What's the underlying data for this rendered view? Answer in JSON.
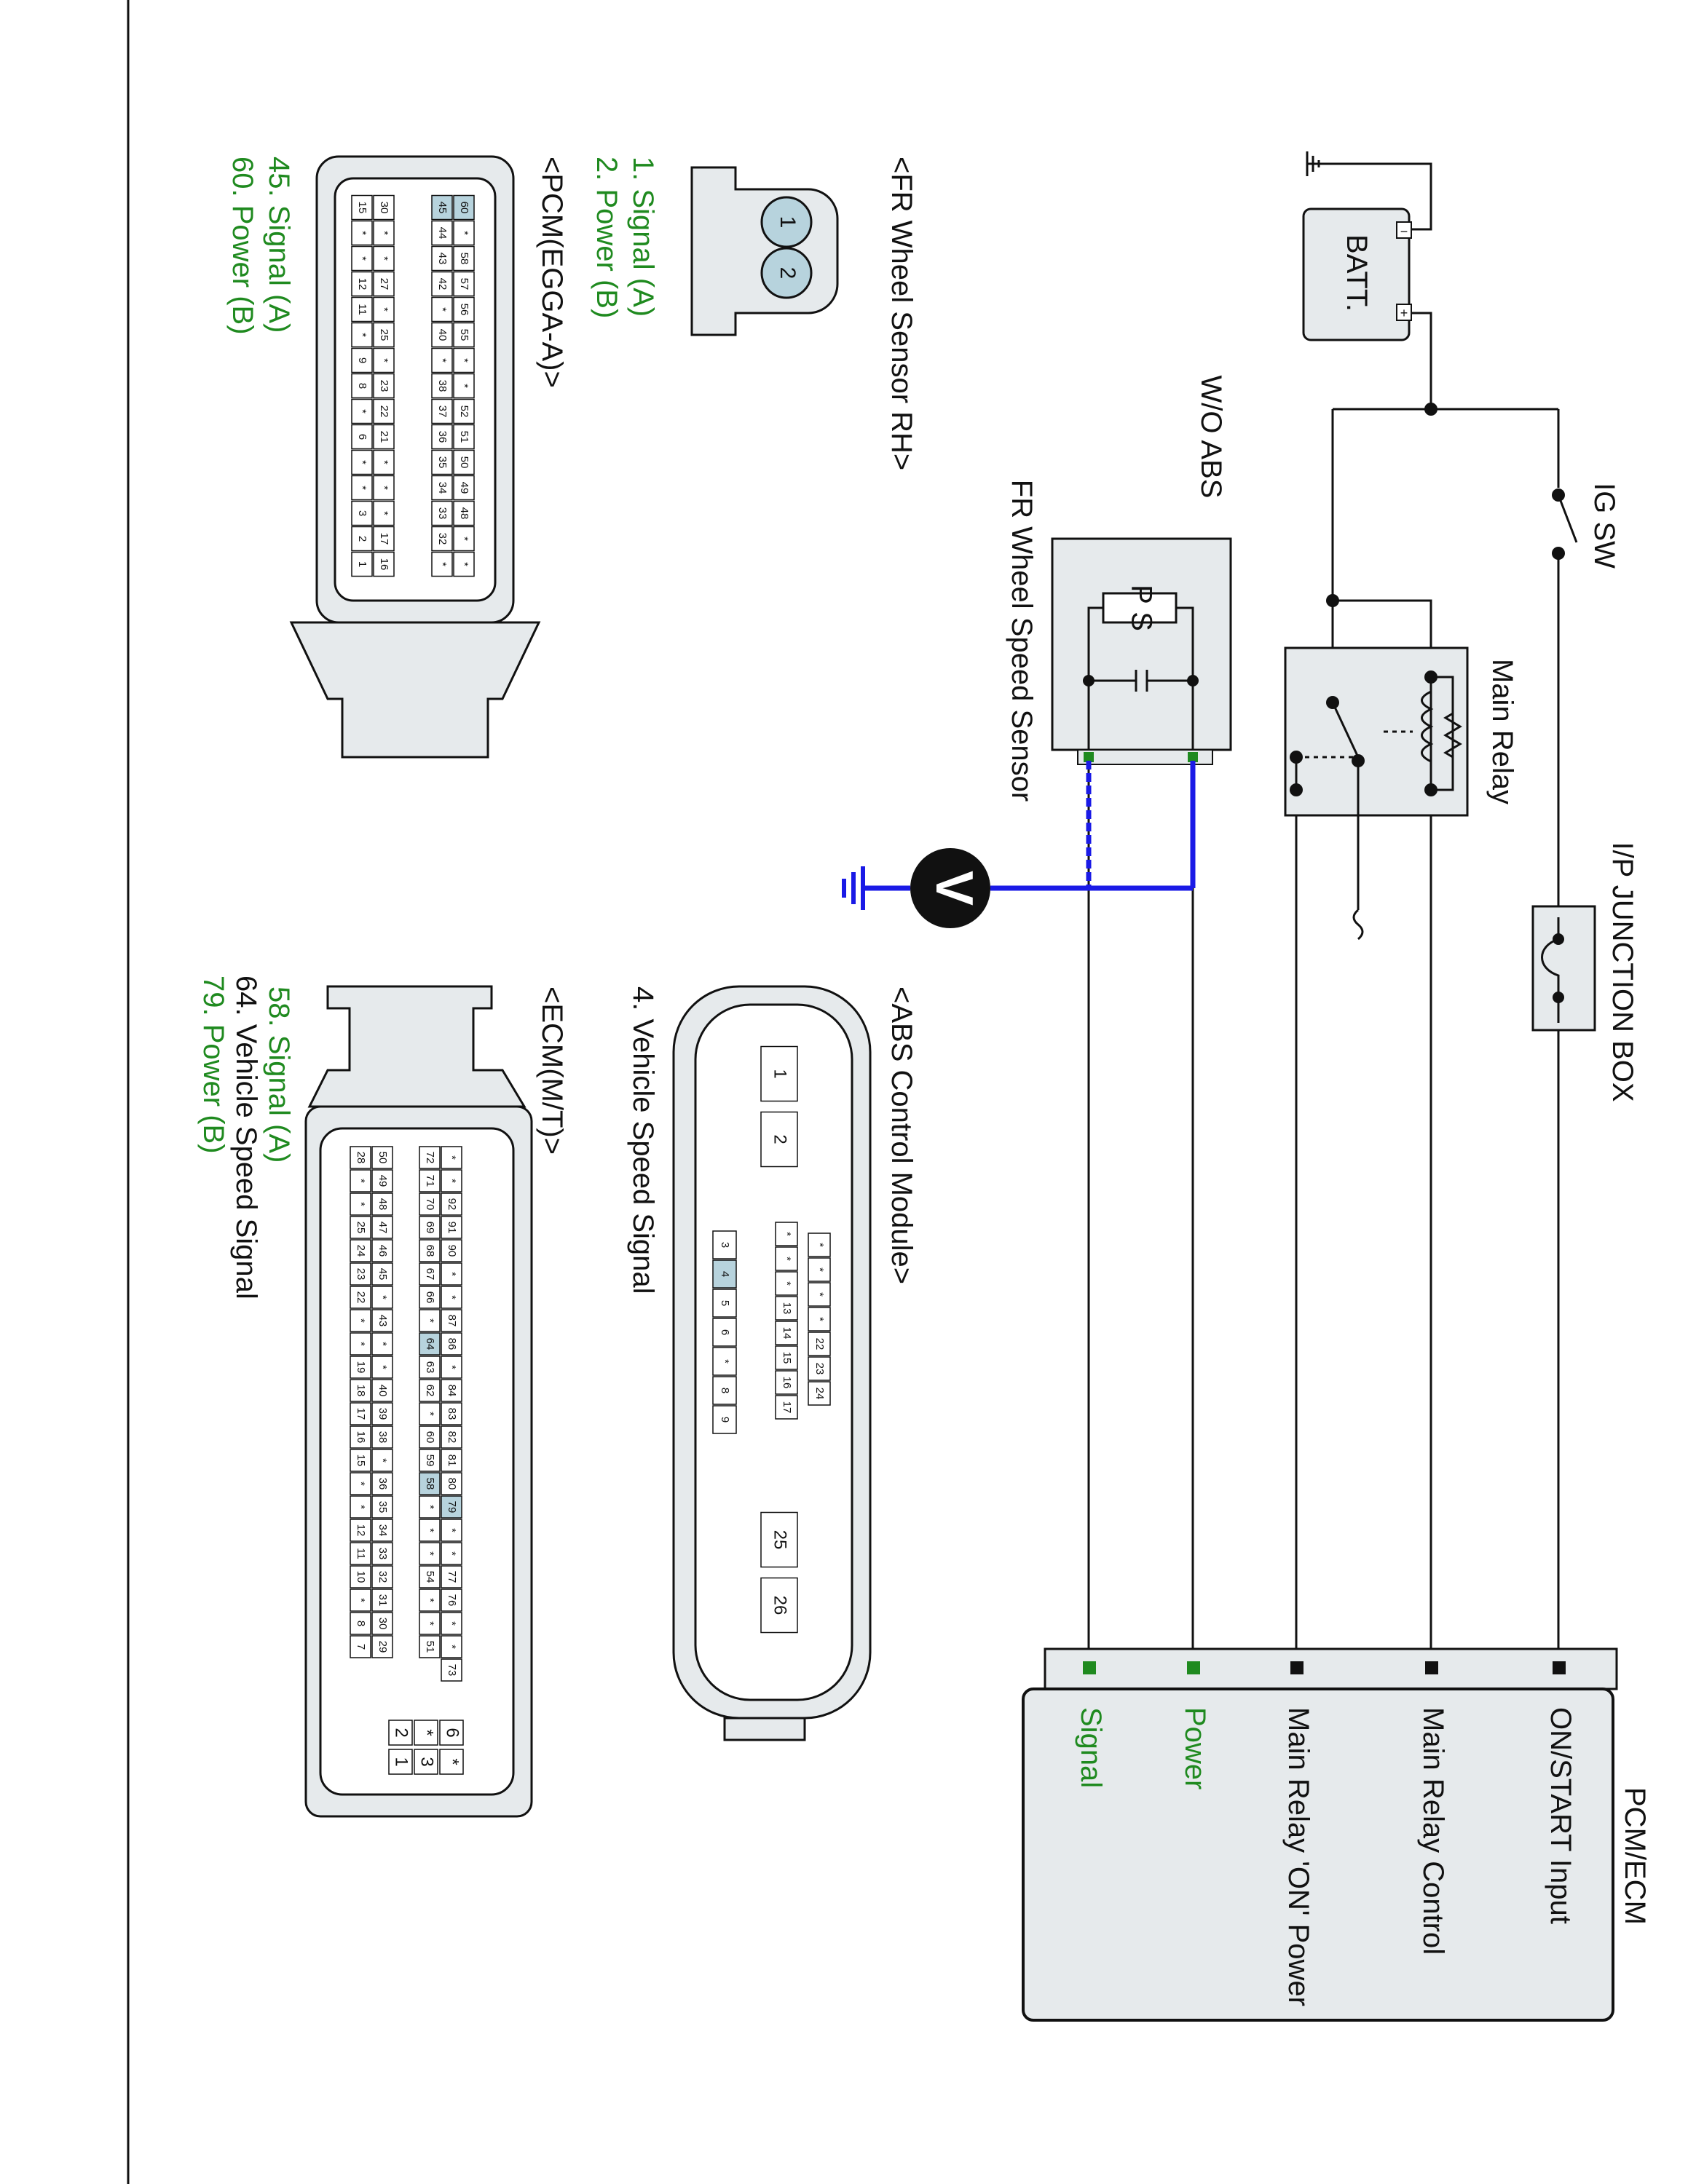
{
  "colors": {
    "wire": "#111111",
    "probe_wire": "#1a1ae6",
    "signal_text": "#1f8a1f",
    "connector_fill": "#e6eaec",
    "pin_highlight": "#b7d3dd",
    "module_fill": "#e6eaec"
  },
  "components": {
    "battery": "BATT.",
    "battery_neg": "−",
    "battery_pos": "+",
    "ig_switch": "IG SW",
    "junction_box": "I/P JUNCTION BOX",
    "main_relay": "Main Relay",
    "wo_abs": "W/O ABS",
    "wheel_sensor": "FR Wheel Speed Sensor",
    "sensor_ps": "P S",
    "voltmeter": "V"
  },
  "pcm": {
    "title": "PCM/ECM",
    "terminals": [
      "ON/START Input",
      "Main Relay Control",
      "Main Relay 'ON' Power",
      "Power",
      "Signal"
    ]
  },
  "connectors": {
    "fr_wheel_sensor": {
      "title": "<FR Wheel Sensor RH>",
      "pins": [
        "1",
        "2"
      ],
      "legend": [
        "1. Signal (A)",
        "2. Power (B)"
      ]
    },
    "pcm_egga": {
      "title": "<PCM(EGGA-A)>",
      "legend": [
        "45. Signal (A)",
        "60. Power (B)"
      ],
      "rows": [
        [
          "60",
          "*",
          "58",
          "57",
          "56",
          "55",
          "*",
          "*",
          "52",
          "51",
          "50",
          "49",
          "48",
          "*",
          "*"
        ],
        [
          "45",
          "44",
          "43",
          "42",
          "*",
          "40",
          "*",
          "38",
          "37",
          "36",
          "35",
          "34",
          "33",
          "32",
          "*"
        ],
        [
          "30",
          "*",
          "*",
          "27",
          "*",
          "25",
          "*",
          "23",
          "22",
          "21",
          "*",
          "*",
          "*",
          "17",
          "16"
        ],
        [
          "15",
          "*",
          "*",
          "12",
          "11",
          "*",
          "9",
          "8",
          "*",
          "6",
          "*",
          "*",
          "3",
          "2",
          "1"
        ]
      ],
      "highlight": [
        "60",
        "45"
      ]
    },
    "abs_module": {
      "title": "<ABS Control Module>",
      "legend": [
        "4. Vehicle Speed Signal"
      ],
      "pins_top": [
        "1",
        "2"
      ],
      "rows_mid": [
        [
          "*",
          "*",
          "*",
          "*",
          "22",
          "23",
          "24"
        ],
        [
          "*",
          "*",
          "*",
          "13",
          "14",
          "15",
          "16",
          "17"
        ]
      ],
      "rows_low": [
        "3",
        "4",
        "5",
        "6",
        "*",
        "8",
        "9"
      ],
      "pins_end": [
        "25",
        "26"
      ],
      "highlight": [
        "4"
      ]
    },
    "ecm_mt": {
      "title": "<ECM(M/T)>",
      "legend": [
        "58. Signal (A)",
        "64. Vehicle Speed Signal",
        "79. Power (B)"
      ],
      "rows": [
        [
          "*",
          "*",
          "92",
          "91",
          "90",
          "*",
          "*",
          "87",
          "86",
          "*",
          "84",
          "83",
          "82",
          "81",
          "80",
          "79",
          "*",
          "*",
          "77",
          "76",
          "*",
          "*",
          "73"
        ],
        [
          "72",
          "71",
          "70",
          "69",
          "68",
          "67",
          "66",
          "*",
          "64",
          "63",
          "62",
          "*",
          "60",
          "59",
          "58",
          "*",
          "*",
          "*",
          "54",
          "*",
          "*",
          "51"
        ],
        [
          "50",
          "49",
          "48",
          "47",
          "46",
          "45",
          "*",
          "43",
          "*",
          "*",
          "40",
          "39",
          "38",
          "*",
          "36",
          "35",
          "34",
          "33",
          "32",
          "31",
          "30",
          "29"
        ],
        [
          "28",
          "*",
          "*",
          "25",
          "24",
          "23",
          "22",
          "*",
          "*",
          "19",
          "18",
          "17",
          "16",
          "15",
          "*",
          "*",
          "12",
          "11",
          "10",
          "*",
          "8",
          "7"
        ]
      ],
      "extra_pins": [
        [
          "6",
          "*"
        ],
        [
          "*",
          "3"
        ],
        [
          "2",
          "1"
        ]
      ],
      "highlight": [
        "79",
        "58",
        "64"
      ]
    }
  }
}
